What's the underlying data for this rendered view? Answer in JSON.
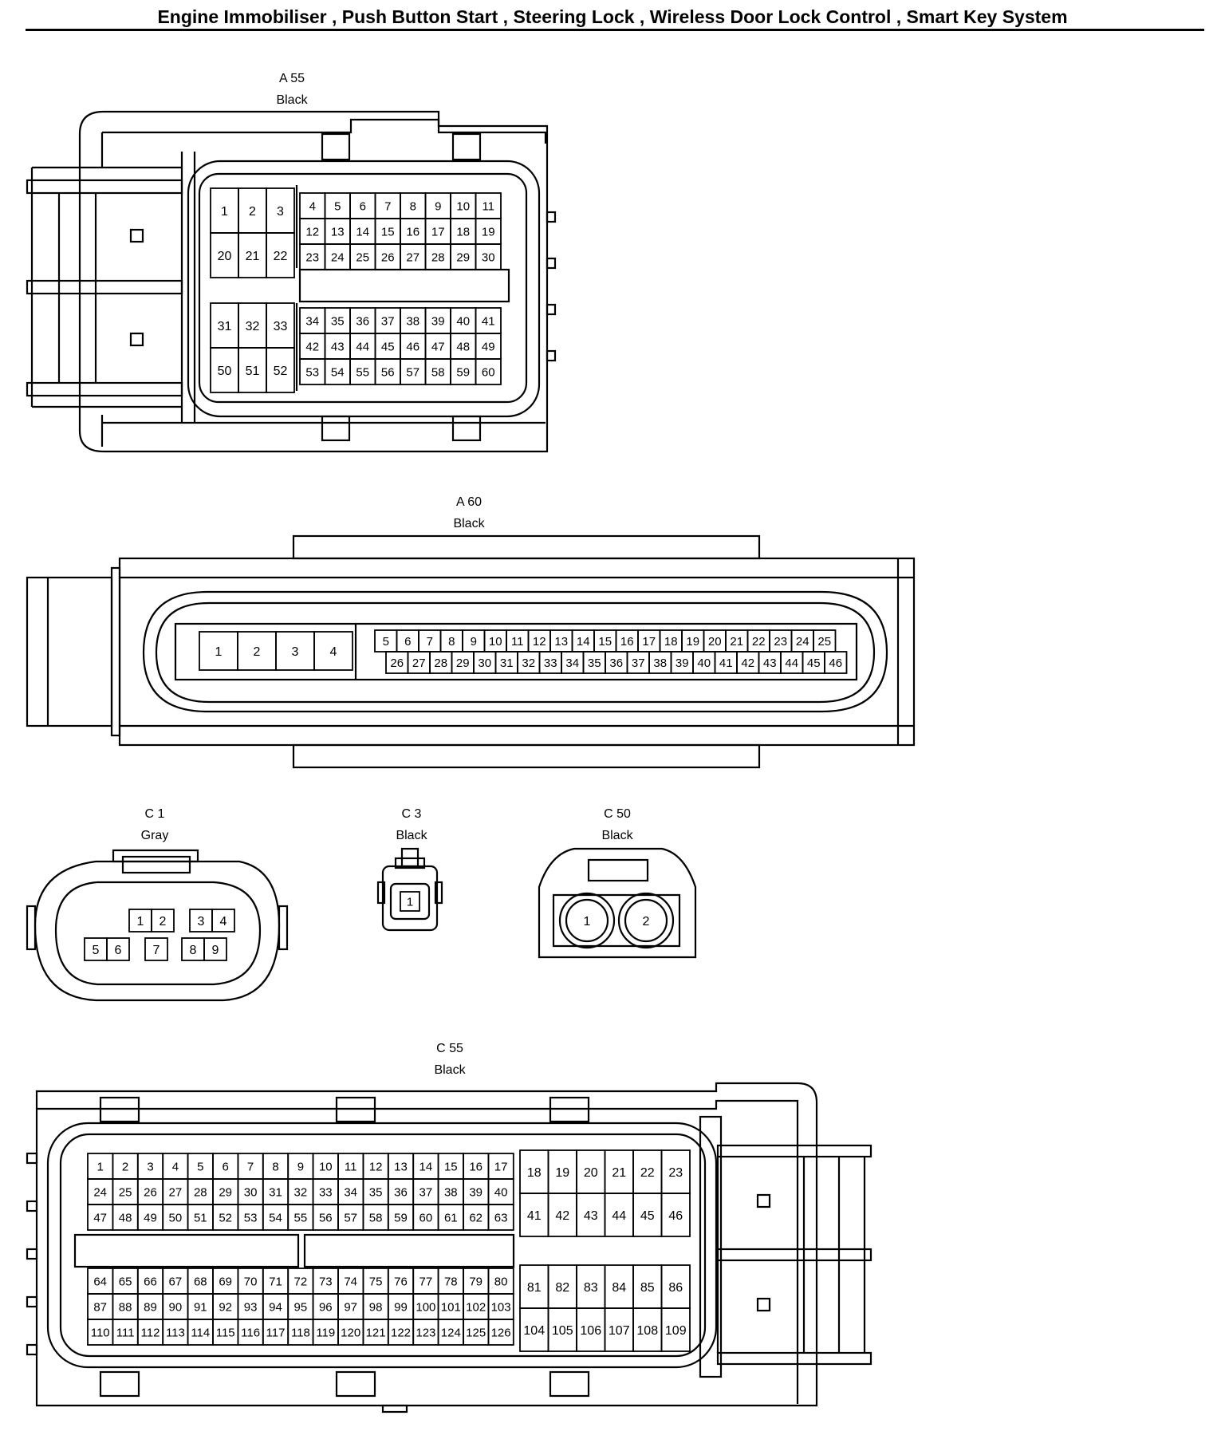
{
  "title": "Engine Immobiliser , Push Button Start , Steering Lock , Wireless Door Lock Control , Smart Key System",
  "connectors": [
    {
      "id": "A 55",
      "color": "Black"
    },
    {
      "id": "A 60",
      "color": "Black"
    },
    {
      "id": "C 1",
      "color": "Gray"
    },
    {
      "id": "C 3",
      "color": "Black"
    },
    {
      "id": "C 50",
      "color": "Black"
    },
    {
      "id": "C 55",
      "color": "Black"
    }
  ],
  "a55": {
    "blockA": [
      [
        "1",
        "2",
        "3"
      ],
      [
        "20",
        "21",
        "22"
      ]
    ],
    "blockB": [
      [
        "4",
        "5",
        "6",
        "7",
        "8",
        "9",
        "10",
        "11"
      ],
      [
        "12",
        "13",
        "14",
        "15",
        "16",
        "17",
        "18",
        "19"
      ],
      [
        "23",
        "24",
        "25",
        "26",
        "27",
        "28",
        "29",
        "30"
      ]
    ],
    "blockC": [
      [
        "31",
        "32",
        "33"
      ],
      [
        "50",
        "51",
        "52"
      ]
    ],
    "blockD": [
      [
        "34",
        "35",
        "36",
        "37",
        "38",
        "39",
        "40",
        "41"
      ],
      [
        "42",
        "43",
        "44",
        "45",
        "46",
        "47",
        "48",
        "49"
      ],
      [
        "53",
        "54",
        "55",
        "56",
        "57",
        "58",
        "59",
        "60"
      ]
    ]
  },
  "a60": {
    "big": [
      "1",
      "2",
      "3",
      "4"
    ],
    "row1": [
      "5",
      "6",
      "7",
      "8",
      "9",
      "10",
      "11",
      "12",
      "13",
      "14",
      "15",
      "16",
      "17",
      "18",
      "19",
      "20",
      "21",
      "22",
      "23",
      "24",
      "25"
    ],
    "row2": [
      "26",
      "27",
      "28",
      "29",
      "30",
      "31",
      "32",
      "33",
      "34",
      "35",
      "36",
      "37",
      "38",
      "39",
      "40",
      "41",
      "42",
      "43",
      "44",
      "45",
      "46"
    ]
  },
  "c1": {
    "top": [
      "1",
      "2",
      "3",
      "4"
    ],
    "bottom": [
      "5",
      "6",
      "7",
      "8",
      "9"
    ]
  },
  "c3": {
    "pin": "1"
  },
  "c50": {
    "pins": [
      "1",
      "2"
    ]
  },
  "c55": {
    "blockA": [
      [
        "1",
        "2",
        "3",
        "4",
        "5",
        "6",
        "7",
        "8",
        "9",
        "10",
        "11",
        "12",
        "13",
        "14",
        "15",
        "16",
        "17"
      ],
      [
        "24",
        "25",
        "26",
        "27",
        "28",
        "29",
        "30",
        "31",
        "32",
        "33",
        "34",
        "35",
        "36",
        "37",
        "38",
        "39",
        "40"
      ],
      [
        "47",
        "48",
        "49",
        "50",
        "51",
        "52",
        "53",
        "54",
        "55",
        "56",
        "57",
        "58",
        "59",
        "60",
        "61",
        "62",
        "63"
      ]
    ],
    "blockB": [
      [
        "18",
        "19",
        "20",
        "21",
        "22",
        "23"
      ],
      [
        "41",
        "42",
        "43",
        "44",
        "45",
        "46"
      ]
    ],
    "blockC": [
      [
        "64",
        "65",
        "66",
        "67",
        "68",
        "69",
        "70",
        "71",
        "72",
        "73",
        "74",
        "75",
        "76",
        "77",
        "78",
        "79",
        "80"
      ],
      [
        "87",
        "88",
        "89",
        "90",
        "91",
        "92",
        "93",
        "94",
        "95",
        "96",
        "97",
        "98",
        "99",
        "100",
        "101",
        "102",
        "103"
      ],
      [
        "110",
        "111",
        "112",
        "113",
        "114",
        "115",
        "116",
        "117",
        "118",
        "119",
        "120",
        "121",
        "122",
        "123",
        "124",
        "125",
        "126"
      ]
    ],
    "blockD": [
      [
        "81",
        "82",
        "83",
        "84",
        "85",
        "86"
      ],
      [
        "104",
        "105",
        "106",
        "107",
        "108",
        "109"
      ]
    ]
  }
}
